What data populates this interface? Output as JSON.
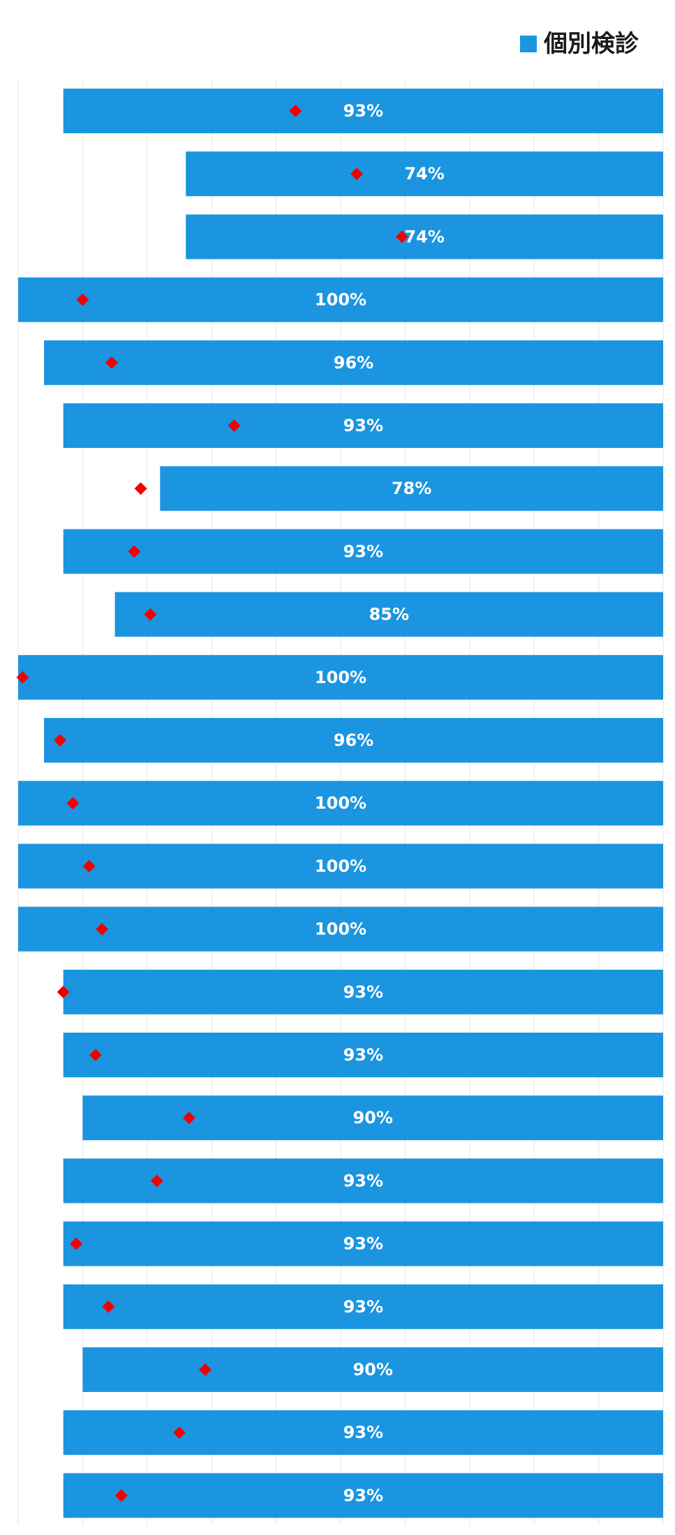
{
  "legend": {
    "label": "個別検診",
    "color": "#1b95e0"
  },
  "marker_color": "#f20000",
  "grid_color": "#e6e6e6",
  "chart_data": {
    "type": "bar",
    "orientation": "horizontal",
    "direction": "right-to-left",
    "grid": true,
    "legend_position": "top-right",
    "xlim": [
      0,
      100
    ],
    "series": [
      {
        "name": "個別検診",
        "type": "bar",
        "values": [
          93,
          74,
          74,
          100,
          96,
          93,
          78,
          93,
          85,
          100,
          96,
          100,
          100,
          100,
          93,
          93,
          90,
          93,
          93,
          93,
          90,
          93,
          93
        ],
        "labels": [
          "93%",
          "74%",
          "74%",
          "100%",
          "96%",
          "93%",
          "78%",
          "93%",
          "85%",
          "100%",
          "96%",
          "100%",
          "100%",
          "100%",
          "93%",
          "93%",
          "90%",
          "93%",
          "93%",
          "93%",
          "90%",
          "93%",
          "93%"
        ]
      },
      {
        "type": "scatter",
        "marker": "diamond",
        "values": [
          57,
          47.5,
          40.5,
          90,
          85.5,
          66.5,
          81,
          82,
          79.5,
          99.3,
          93.5,
          91.5,
          89,
          87,
          93,
          88,
          73.5,
          78.5,
          91,
          86,
          71,
          75,
          84
        ]
      }
    ]
  }
}
